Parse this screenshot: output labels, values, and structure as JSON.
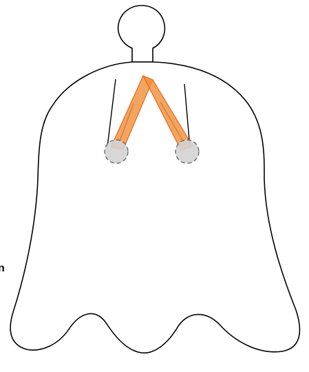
{
  "edge_text": "n",
  "colors": {
    "outline": "#000000",
    "body_fill": "#ffffff",
    "arm_fill": "#f0913a",
    "arm_stroke": "#e8641e",
    "joint_fill": "#d3d3d3",
    "joint_stroke": "#6a6a6a"
  },
  "icons": {
    "body": "bell-shaped-ghost-outline",
    "arms": "v-shaped-orange-linkage",
    "joints": "grey-dashed-circle-joint"
  }
}
